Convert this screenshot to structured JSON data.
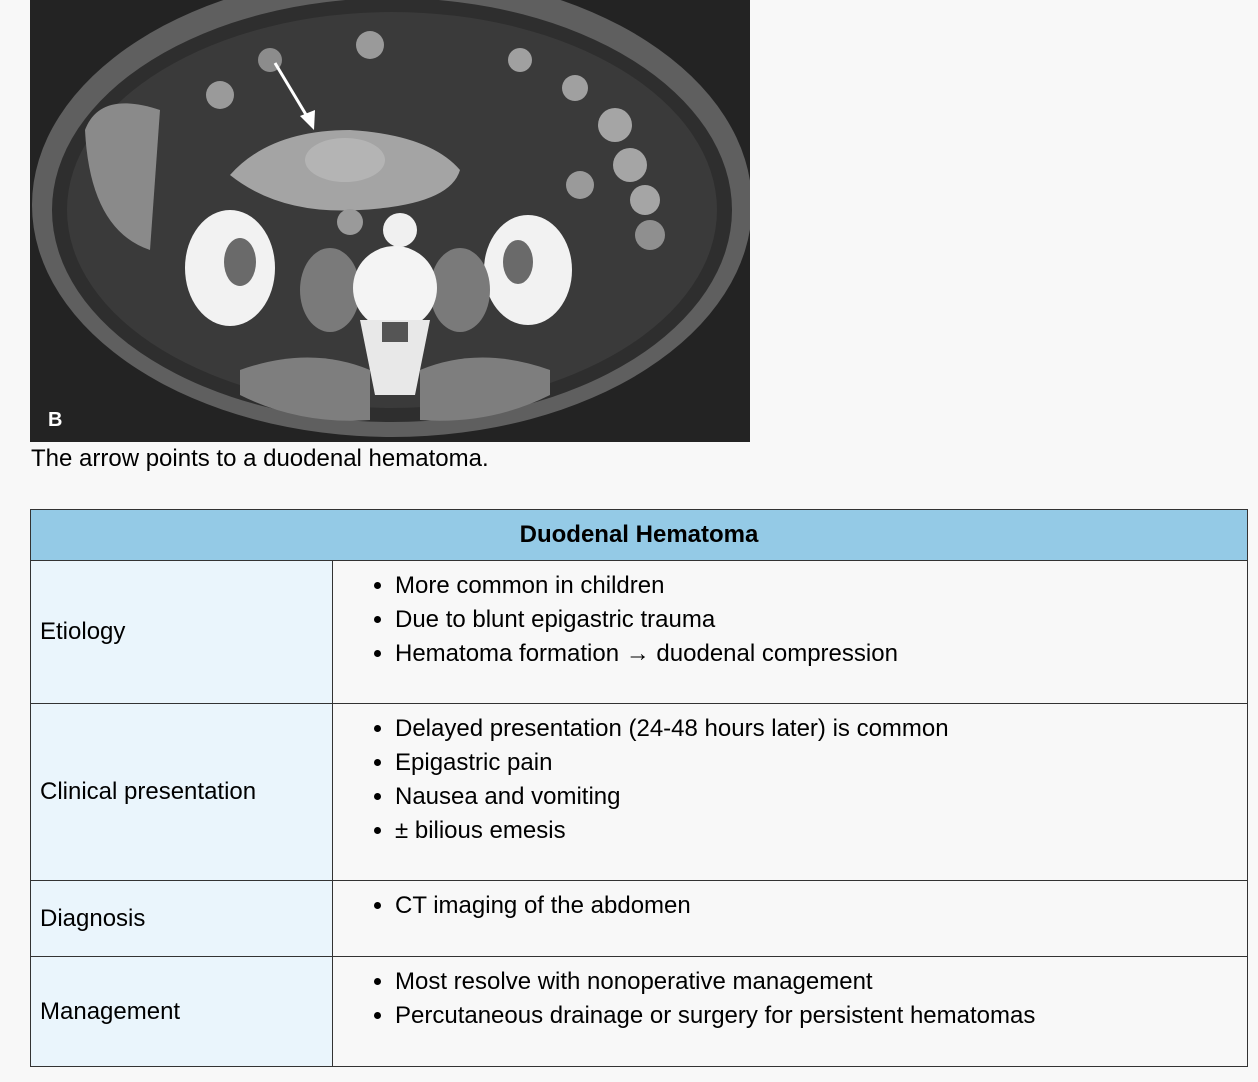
{
  "figure": {
    "panel_letter": "B",
    "caption": "The arrow points to a duodenal hematoma."
  },
  "table": {
    "title": "Duodenal Hematoma",
    "rows": [
      {
        "label": "Etiology",
        "items": [
          "More common in children",
          "Due to blunt epigastric trauma",
          "Hematoma formation → duodenal compression"
        ]
      },
      {
        "label": "Clinical presentation",
        "items": [
          "Delayed presentation (24-48 hours later) is common",
          "Epigastric pain",
          "Nausea and vomiting",
          "± bilious emesis"
        ]
      },
      {
        "label": "Diagnosis",
        "items": [
          "CT imaging of the abdomen"
        ]
      },
      {
        "label": "Management",
        "items": [
          "Most resolve with nonoperative management",
          "Percutaneous drainage or surgery for persistent hematomas"
        ]
      }
    ]
  }
}
